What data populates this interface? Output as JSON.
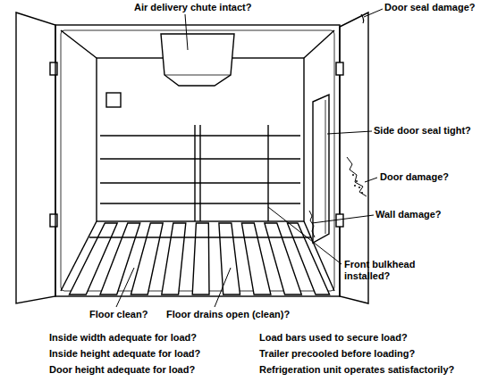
{
  "diagram": {
    "labels": [
      "Air delivery chute intact?",
      "Door seal damage?",
      "Side door seal tight?",
      "Door damage?",
      "Wall damage?",
      "Front bulkhead installed?",
      "Floor clean?",
      "Floor drains open (clean)?",
      "Inside width adequate for load?",
      "Inside height adequate for load?",
      "Door height adequate for load?",
      "Load bars used to secure load?",
      "Trailer precooled before loading?",
      "Refrigeration unit operates satisfactorily?"
    ]
  }
}
